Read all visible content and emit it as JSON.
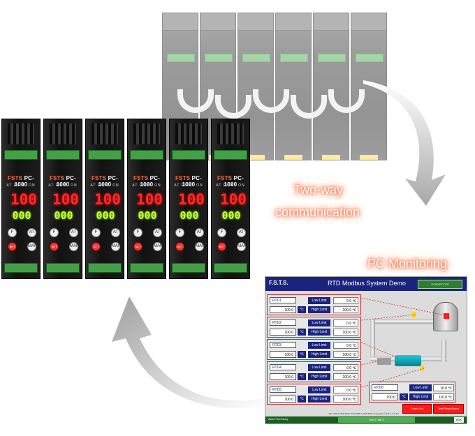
{
  "captions": {
    "two_way_line1": "Two-way",
    "two_way_line2": "communication",
    "pc_monitoring": "PC Monitoring"
  },
  "controller": {
    "brand": "FSTS",
    "model": "PC-1000",
    "indicator_labels": "AT RS AL ON",
    "pv_display": "100",
    "sv_display": "000",
    "buttons": [
      "F",
      "AT",
      "SET",
      "MAN"
    ]
  },
  "screen": {
    "logo": "F.S.T.S.",
    "title": "RTD Modbus System Demo",
    "status": "CONNECTED",
    "rtds": [
      {
        "name": "RTD1",
        "value": "100.0",
        "unit": "℃",
        "low_label": "Low Limit",
        "high_label": "High Limit",
        "low": "0.0 ℃",
        "high": "100.0 ℃"
      },
      {
        "name": "RTD2",
        "value": "100.0",
        "unit": "℃",
        "low_label": "Low Limit",
        "high_label": "High Limit",
        "low": "0.0 ℃",
        "high": "100.0 ℃"
      },
      {
        "name": "RTD3",
        "value": "100.0",
        "unit": "℃",
        "low_label": "Low Limit",
        "high_label": "High Limit",
        "low": "0.0 ℃",
        "high": "100.0 ℃"
      },
      {
        "name": "RTD4",
        "value": "100.0",
        "unit": "℃",
        "low_label": "Low Limit",
        "high_label": "High Limit",
        "low": "0.0 ℃",
        "high": "100.0 ℃"
      },
      {
        "name": "RTD5",
        "value": "100.0",
        "unit": "℃",
        "low_label": "Low Limit",
        "high_label": "High Limit",
        "low": "0.0 ℃",
        "high": "100.0 ℃"
      }
    ],
    "rtd6": {
      "name": "RTD6",
      "value": "100.0",
      "unit": "℃",
      "low_label": "Low Limit",
      "high_label": "High Limit",
      "low": "10.0 ℃",
      "high": "110.0 ℃"
    },
    "buttons": {
      "alarm": "Alarm List",
      "reset": "Test Reset Alarm"
    },
    "footer": {
      "left": "Alarm Summary",
      "mid": "Test 1 Tab 0",
      "right": "ACK"
    },
    "copyright": "TEL: 886-2-2298-1860 / FAX: 886-2-2298-1960 / Copyright © 2011 , F.S.T.S."
  },
  "colors": {
    "glow": "#ff6a3d",
    "screen_header": "#1a237e",
    "alarm_red": "#ff1a1a",
    "seg_red": "#ff2a2a",
    "seg_green": "#c6ff3a"
  }
}
